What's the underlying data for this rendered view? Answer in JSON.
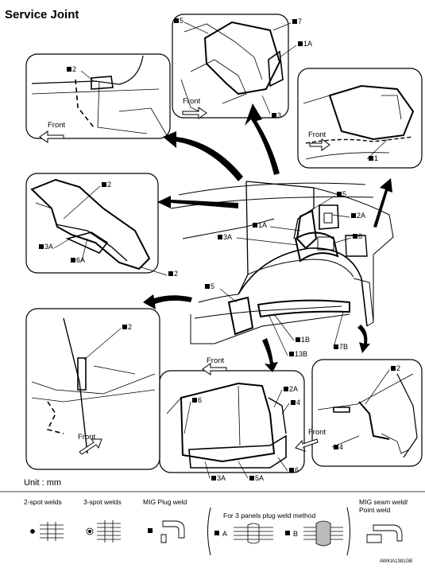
{
  "title": "Service Joint",
  "unit_label": "Unit : mm",
  "figure_code": "AWKIA1381GB",
  "front_label": "Front",
  "marker": "■",
  "callouts": {
    "c5_top": "5",
    "c7": "7",
    "c1a_top": "1A",
    "c3_top": "3",
    "c2_upper": "2",
    "c1_right": "1",
    "c2_mid": "2",
    "c3a_left": "3A",
    "c6a": "6A",
    "c2_mid_b": "2",
    "c5_center": "5",
    "c2a_center": "2A",
    "c1a_center": "1A",
    "c8": "8",
    "c3a_center": "3A",
    "c5_lower": "5",
    "c1b": "1B",
    "c13b": "13B",
    "c7b": "7B",
    "c2_lowerleft": "2",
    "c2_right": "2",
    "c4_right": "4",
    "c6_a": "6",
    "c2a_b": "2A",
    "c4_b": "4",
    "c6_b": "6",
    "c3a_b": "3A",
    "c5a_b": "5A"
  },
  "legend": {
    "spot2": "2-spot welds",
    "spot3": "3-spot welds",
    "mig_plug": "MIG Plug weld",
    "three_panels": "For 3 panels plug weld method",
    "method_a": "A",
    "method_b": "B",
    "mig_seam_line1": "MIG seam weld/",
    "mig_seam_line2": "Point weld"
  }
}
